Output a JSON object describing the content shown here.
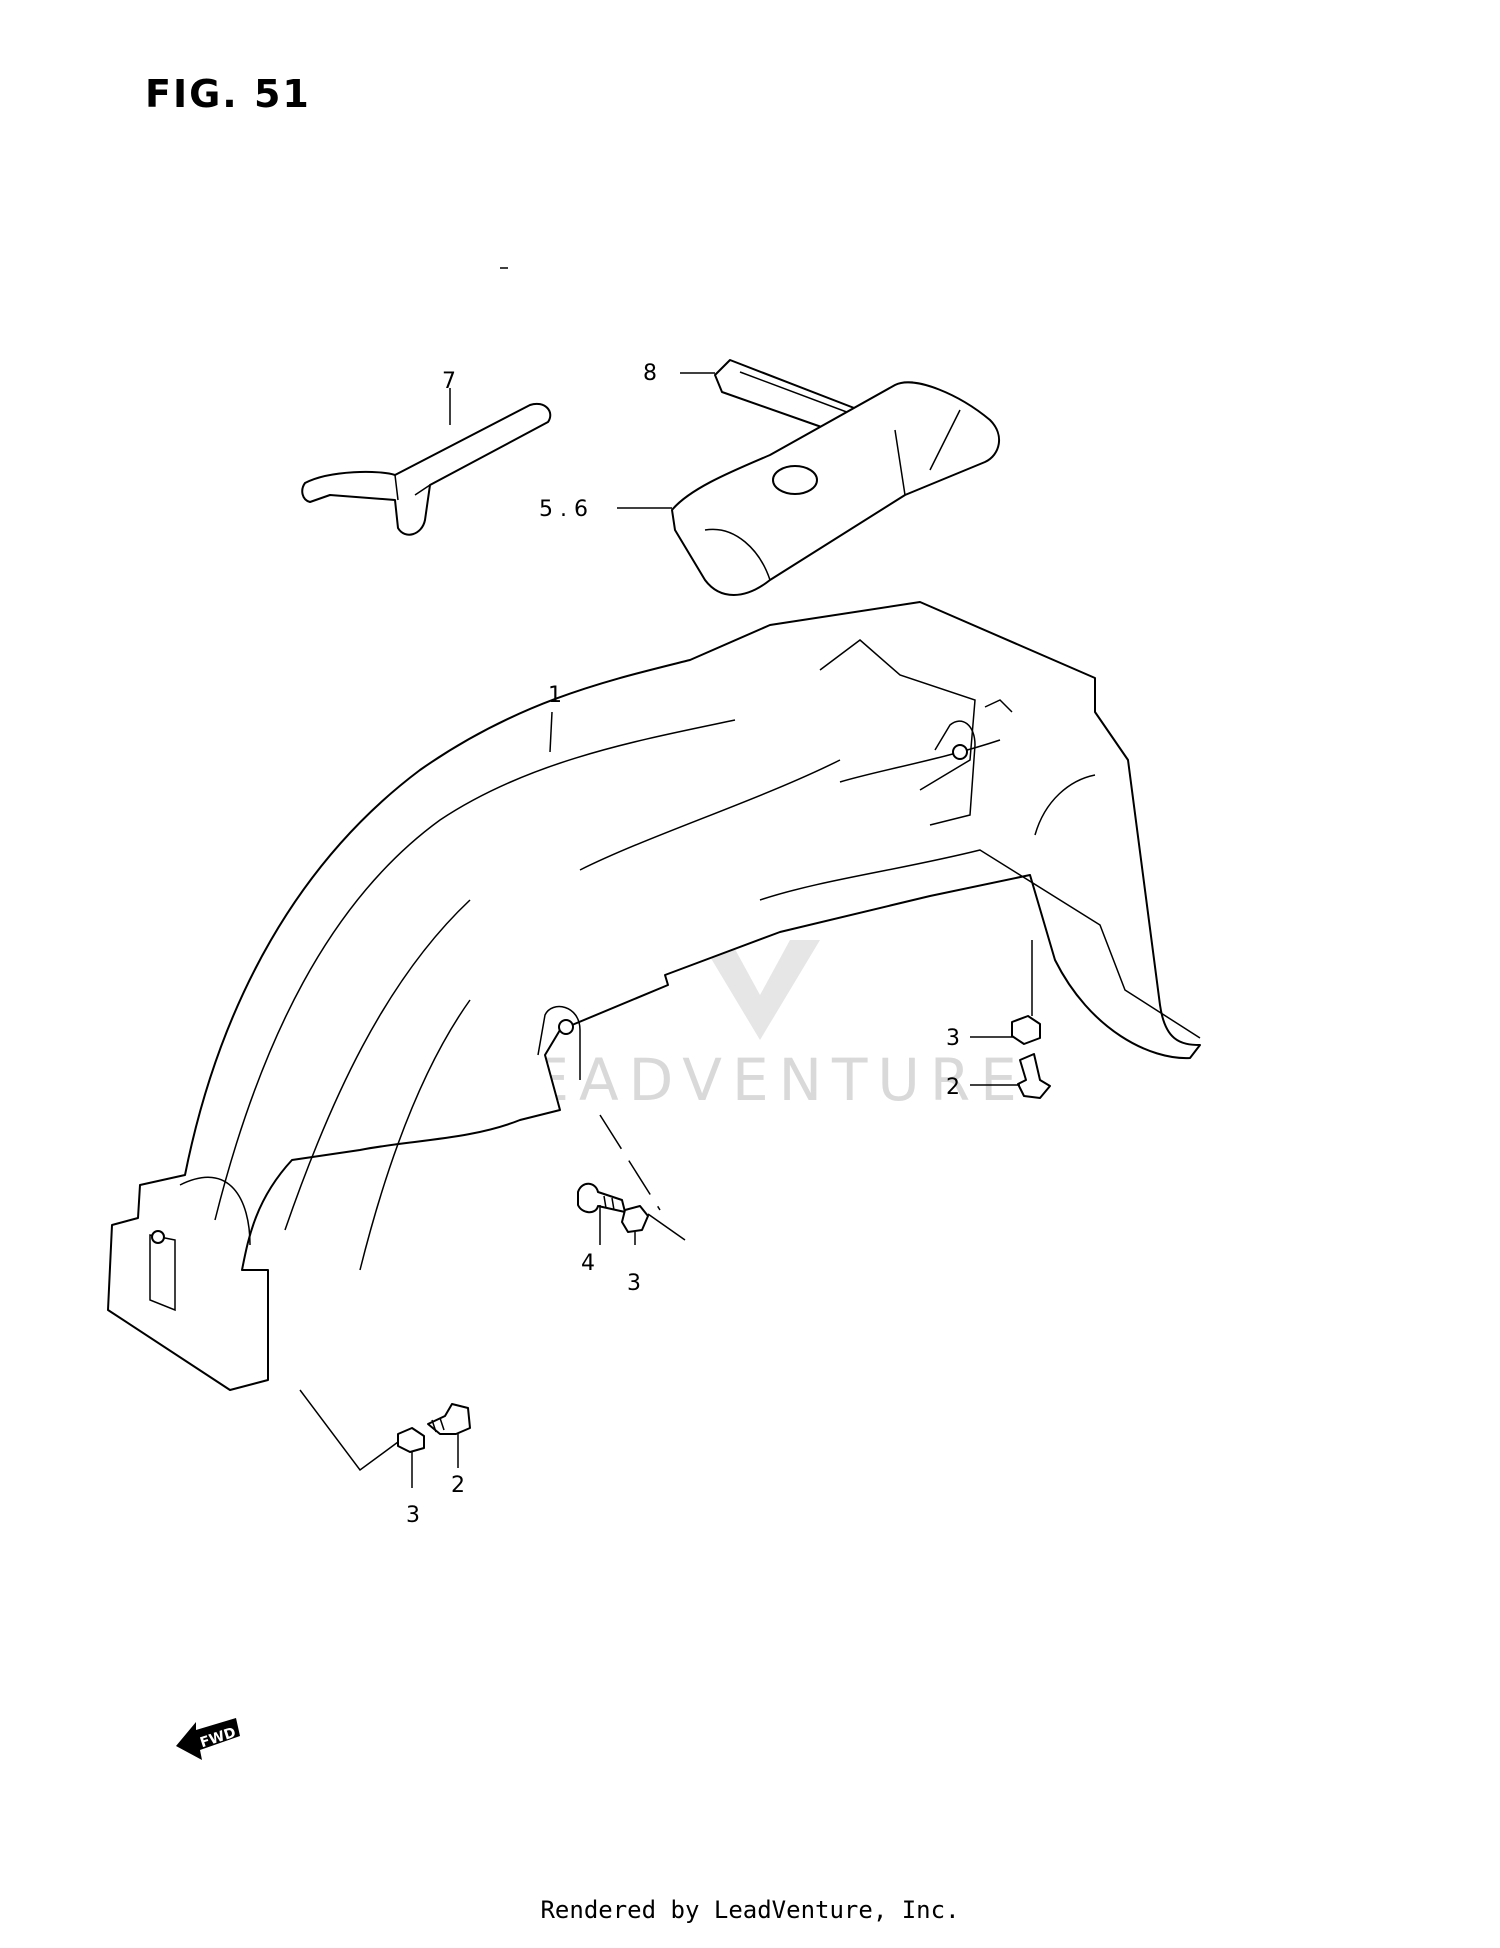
{
  "figure": {
    "title": "FIG. 51"
  },
  "callouts": [
    {
      "id": "c1",
      "label": "1"
    },
    {
      "id": "c2a",
      "label": "2"
    },
    {
      "id": "c2b",
      "label": "2"
    },
    {
      "id": "c3a",
      "label": "3"
    },
    {
      "id": "c3b",
      "label": "3"
    },
    {
      "id": "c3c",
      "label": "3"
    },
    {
      "id": "c4",
      "label": "4"
    },
    {
      "id": "c56",
      "label": "5 . 6"
    },
    {
      "id": "c7",
      "label": "7"
    },
    {
      "id": "c8",
      "label": "8"
    }
  ],
  "watermark": {
    "text": "LEADVENTURE"
  },
  "direction_marker": {
    "text": "FWD",
    "icon": "fwd-arrow-icon"
  },
  "footer": {
    "text": "Rendered by LeadVenture, Inc."
  }
}
